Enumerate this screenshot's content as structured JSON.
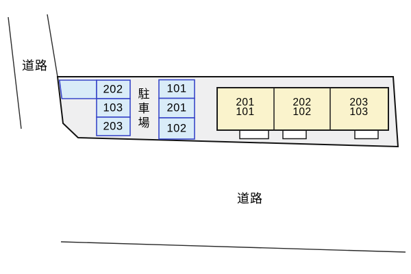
{
  "colors": {
    "background": "#ffffff",
    "site_fill": "#efeff0",
    "site_border": "#111111",
    "parking_cell_fill": "#d9ecf8",
    "parking_cell_border": "#3846c8",
    "building_fill": "#faf3cc",
    "building_border": "#1a1a1a",
    "step_fill": "#ffffff",
    "road_line": "#2a2a2a",
    "text": "#000000"
  },
  "labels": {
    "road_left": "道路",
    "road_bottom": "道路",
    "parking_area": "駐車場"
  },
  "parking_spaces": {
    "left_column": [
      "202",
      "103",
      "203"
    ],
    "right_column": [
      "101",
      "201",
      "102"
    ]
  },
  "building_units": [
    {
      "line1": "201",
      "line2": "101"
    },
    {
      "line1": "202",
      "line2": "102"
    },
    {
      "line1": "203",
      "line2": "103"
    }
  ]
}
